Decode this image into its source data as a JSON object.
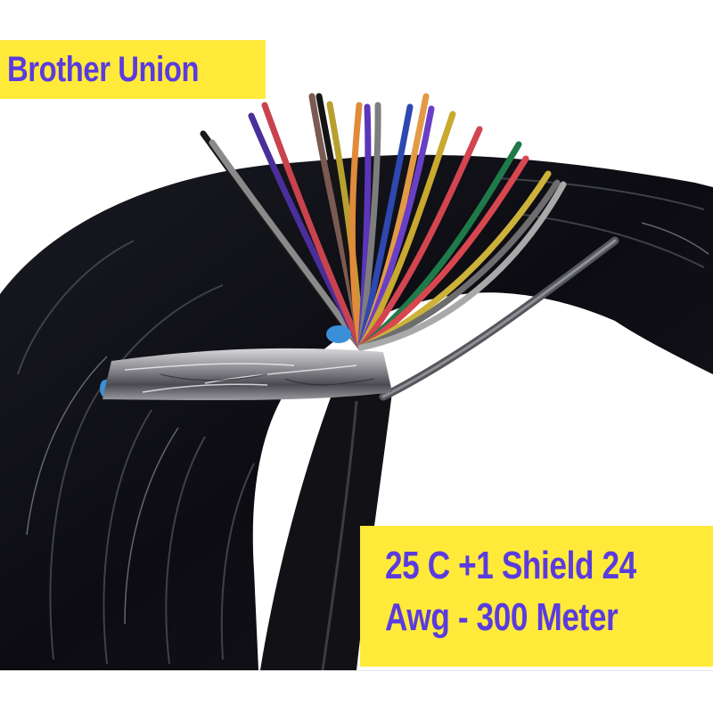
{
  "image": {
    "subject": "coiled black multicore shielded cable with stripped colored wires",
    "background_color": "#ffffff"
  },
  "brand_banner": {
    "text": "Brother Union",
    "background_color": "#ffea3a",
    "text_color": "#5a3be0"
  },
  "spec_banner": {
    "line1": "25 C +1 Shield 24",
    "line2": "Awg - 300 Meter",
    "background_color": "#ffea3a",
    "text_color": "#5a3be0"
  },
  "wires": {
    "colors": [
      "#1a1a1a",
      "#8a8a8a",
      "#4a2e9a",
      "#c9434e",
      "#7a5a52",
      "#141414",
      "#b8a030",
      "#e08a3a",
      "#5b36b8",
      "#7d7d7d",
      "#2f48b0",
      "#e39a45",
      "#6a3fc8",
      "#c9a92e",
      "#d34550",
      "#1f7a4a",
      "#d8474f",
      "#cdb23a",
      "#6d6d6d",
      "#a9a9a9"
    ]
  }
}
